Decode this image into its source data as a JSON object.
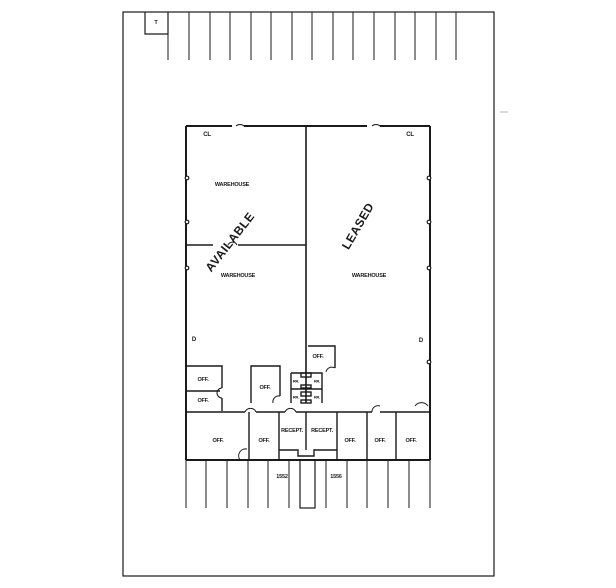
{
  "plan": {
    "parking_marker": "T",
    "units": [
      {
        "status": "AVAILABLE",
        "rooms": [
          "WAREHOUSE",
          "WAREHOUSE"
        ],
        "closet": "CL",
        "door_mark": "D",
        "address": "1552"
      },
      {
        "status": "LEASED",
        "rooms": [
          "WAREHOUSE"
        ],
        "closet": "CL",
        "door_mark": "D",
        "address": "1556"
      }
    ],
    "labels": {
      "warehouse_upper_left": "WAREHOUSE",
      "warehouse_lower_left": "WAREHOUSE",
      "warehouse_right": "WAREHOUSE",
      "available": "AVAILABLE",
      "leased": "LEASED",
      "cl_left": "CL",
      "cl_right": "CL",
      "d_left": "D",
      "d_right": "D",
      "off_center_upper": "OFF.",
      "off_left_1": "OFF.",
      "off_left_2": "OFF.",
      "off_mid": "OFF.",
      "off_bottom_1": "OFF.",
      "off_bottom_2": "OFF.",
      "recept_1": "RECEPT.",
      "recept_2": "RECEPT.",
      "off_bottom_3": "OFF.",
      "off_bottom_4": "OFF.",
      "off_bottom_5": "OFF.",
      "restroom_1": "RR.",
      "restroom_2": "RR.",
      "restroom_3": "RR.",
      "restroom_4": "RR.",
      "address_1": "1552",
      "address_2": "1556"
    },
    "colors": {
      "ink": "#1a1a1a",
      "paper": "#ffffff"
    }
  }
}
